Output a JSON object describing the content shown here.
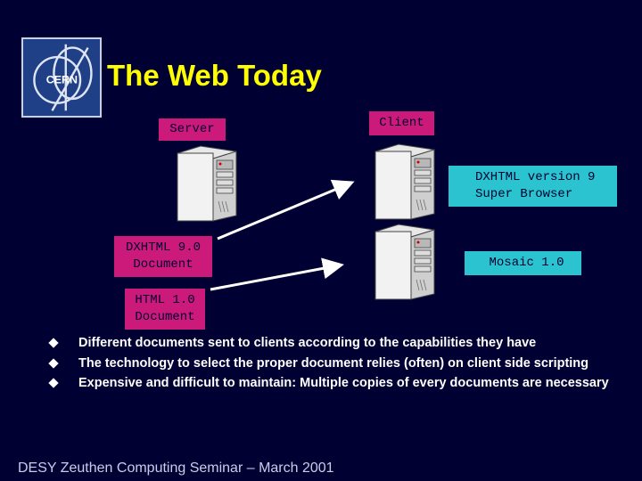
{
  "slide": {
    "title": "The Web Today",
    "logo_text": "CERN",
    "footer": "DESY Zeuthen Computing Seminar – March 2001"
  },
  "labels": {
    "server": "Server",
    "client": "Client",
    "dxhtml_version": "DXHTML version 9\nSuper Browser",
    "dxhtml_document": "DXHTML 9.0\nDocument",
    "mosaic": "Mosaic 1.0",
    "html_document": "HTML 1.0\nDocument"
  },
  "bullets": [
    "Different documents sent to clients according to the capabilities they have",
    "The technology to select the proper document relies (often) on client side scripting",
    "Expensive and difficult to maintain: Multiple copies of every documents are necessary"
  ],
  "colors": {
    "background": "#000033",
    "title": "#ffff00",
    "server_tags": "#cc1a7a",
    "client_tags": "#2bc3cf",
    "text": "#ffffff"
  },
  "icons": [
    "cern-logo",
    "server-computer-icon",
    "client-computer-icon",
    "diamond-bullet-icon"
  ]
}
